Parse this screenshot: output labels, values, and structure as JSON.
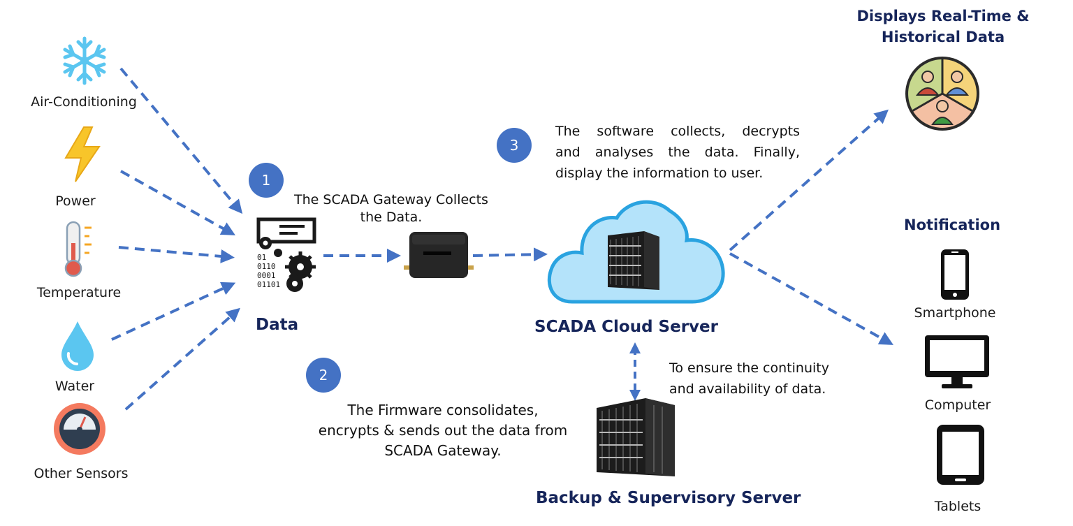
{
  "sensors": {
    "air": "Air-Conditioning",
    "power": "Power",
    "temperature": "Temperature",
    "water": "Water",
    "other": "Other Sensors"
  },
  "data_label": "Data",
  "data_bits": [
    "01",
    "0110",
    "0001",
    "01101"
  ],
  "steps": {
    "one": {
      "number": "1",
      "text_l1": "The SCADA Gateway Collects",
      "text_l2": "the Data."
    },
    "two": {
      "number": "2",
      "text_l1": "The Firmware consolidates,",
      "text_l2": "encrypts & sends out the data from",
      "text_l3": "SCADA Gateway."
    },
    "three": {
      "number": "3",
      "text_l1": "The software collects, decrypts",
      "text_l2": "and analyses the data. Finally,",
      "text_l3": "display the information to user."
    }
  },
  "cloud_label": "SCADA Cloud Server",
  "backup": {
    "label": "Backup & Supervisory Server",
    "note_l1": "To ensure the continuity",
    "note_l2": "and availability of data."
  },
  "displays": {
    "title_l1": "Displays Real-Time &",
    "title_l2": "Historical Data"
  },
  "notification": {
    "title": "Notification",
    "devices": [
      "Smartphone",
      "Computer",
      "Tablets"
    ]
  },
  "colors": {
    "arrow": "#4472c4",
    "badge": "#4472c4",
    "heading": "#16255a",
    "cloud": "#b4e3fa",
    "cloud_stroke": "#2aa3e0"
  }
}
